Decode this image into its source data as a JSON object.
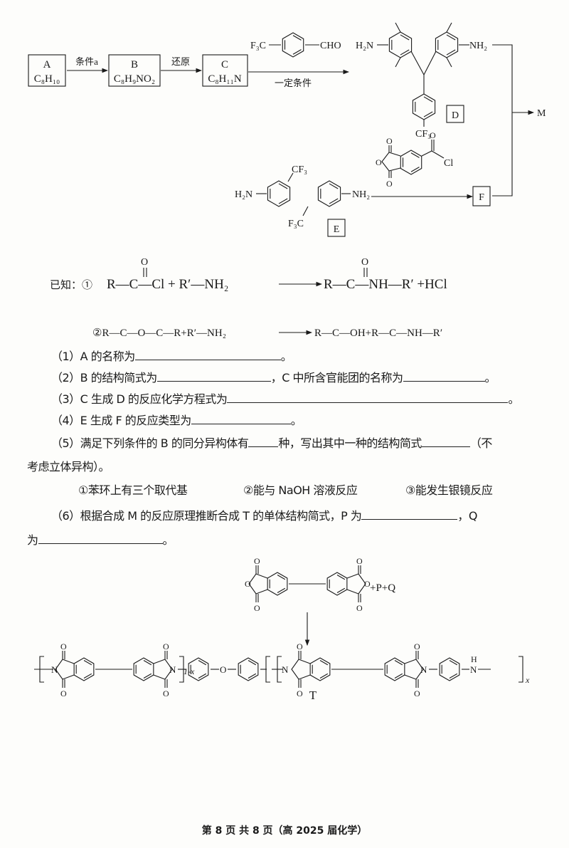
{
  "scheme": {
    "A": {
      "label": "A",
      "formula": "C₈H₁₀"
    },
    "B": {
      "label": "B",
      "formula": "C₈H₉NO₂"
    },
    "C": {
      "label": "C",
      "formula": "C₈H₁₁N"
    },
    "cond_a": "条件a",
    "reduce": "还原",
    "reagent_left": "F₃C",
    "reagent_right": "CHO",
    "cond_certain": "一定条件",
    "D": {
      "label": "D",
      "h2n": "H₂N",
      "nh2": "NH₂",
      "cf3": "CF₃"
    },
    "acyl": {
      "o1": "O",
      "o2": "O",
      "o3": "O",
      "o4": "O",
      "cl": "Cl"
    },
    "E": {
      "label": "E",
      "h2n": "H₂N",
      "nh2": "NH₂",
      "cf3": "CF₃",
      "f3c": "F₃C"
    },
    "F": "F",
    "M": "M"
  },
  "known": {
    "prefix": "已知：①",
    "eq1_left": "R—C—Cl + R′—NH₂",
    "eq1_right": "R—C—NH—R′ +HCl",
    "o": "O",
    "eq2_left": "②R—C—O—C—R+R′—NH₂",
    "eq2_right": "R—C—OH+R—C—NH—R′"
  },
  "questions": {
    "q1": "（1）A 的名称为",
    "q2a": "（2）B 的结构简式为",
    "q2b": "，C 中所含官能团的名称为",
    "q3": "（3）C 生成 D 的反应化学方程式为",
    "q4": "（4）E 生成 F 的反应类型为",
    "q5a": "（5）满足下列条件的 B 的同分异构体有",
    "q5b": "种，写出其中一种的结构简式",
    "q5c": "（不",
    "q5d": "考虑立体异构）。",
    "cond1": "①苯环上有三个取代基",
    "cond2": "②能与 NaOH 溶液反应",
    "cond3": "③能发生银镜反应",
    "q6a": "（6）根据合成 M 的反应原理推断合成 T 的单体结构简式，P 为",
    "q6b": "，Q",
    "q6c": "为",
    "period": "。"
  },
  "polymer": {
    "plus": "+P+Q",
    "o": "O",
    "n": "N",
    "nh": "N",
    "h": "H",
    "sub1": "1-x",
    "subx": "x",
    "label": "T"
  },
  "footer": "第 8 页 共 8 页（高 2025 届化学）"
}
